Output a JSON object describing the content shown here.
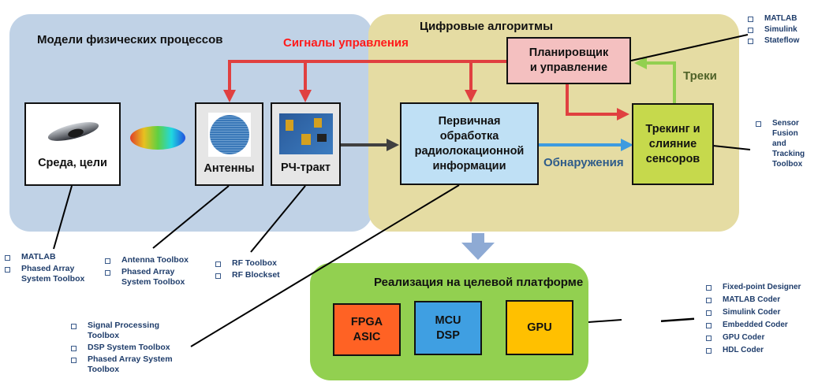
{
  "regions": {
    "physical_models": {
      "title": "Модели физических процессов"
    },
    "digital_algorithms": {
      "title": "Цифровые алгоритмы"
    },
    "target_platform": {
      "title": "Реализация на целевой платформе"
    }
  },
  "blocks": {
    "environment": {
      "label": "Среда, цели",
      "icon": "ufo-icon"
    },
    "antennas": {
      "label": "Антенны",
      "icon": "antenna-array-icon"
    },
    "rf_chain": {
      "label": "РЧ-тракт",
      "icon": "rf-board-icon"
    },
    "primary_processing": {
      "label_lines": [
        "Первичная",
        "обработка",
        "радиолокационной",
        "информации"
      ]
    },
    "scheduler": {
      "label_lines": [
        "Планировщик",
        "и управление"
      ]
    },
    "tracking": {
      "label_lines": [
        "Трекинг и",
        "слияние",
        "сенсоров"
      ]
    },
    "fpga": {
      "label_lines": [
        "FPGA",
        "ASIC"
      ]
    },
    "mcu": {
      "label_lines": [
        "MCU",
        "DSP"
      ]
    },
    "gpu": {
      "label_lines": [
        "GPU"
      ]
    }
  },
  "signals": {
    "control": "Сигналы управления",
    "detections": "Обнаружения",
    "tracks": "Треки"
  },
  "colors": {
    "control": "#e04040",
    "detections": "#3d9be0",
    "tracks": "#92d050",
    "detections_text": "#2f5c8a",
    "tracks_text": "#4f6228"
  },
  "toolboxes": {
    "environment": [
      "MATLAB",
      "Phased Array System Toolbox"
    ],
    "antennas": [
      "Antenna Toolbox",
      "Phased Array System Toolbox"
    ],
    "rf": [
      "RF Toolbox",
      "RF Blockset"
    ],
    "processing": [
      "Signal Processing Toolbox",
      "DSP System Toolbox",
      "Phased Array System Toolbox"
    ],
    "scheduler": [
      "MATLAB",
      "Simulink",
      "Stateflow"
    ],
    "tracking": [
      "Sensor Fusion and Tracking Toolbox"
    ],
    "target": [
      "Fixed-point Designer",
      "MATLAB Coder",
      "Simulink Coder",
      "Embedded Coder",
      "GPU Coder",
      "HDL Coder"
    ]
  }
}
